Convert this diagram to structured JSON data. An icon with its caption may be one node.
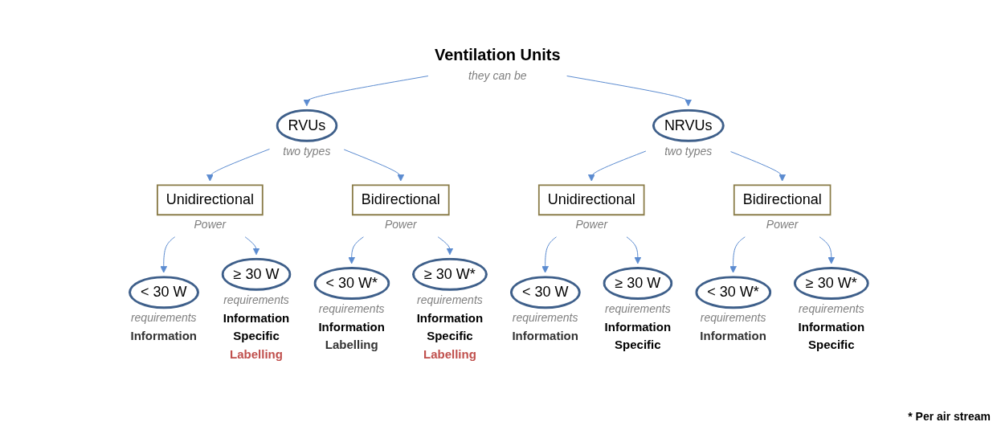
{
  "diagram": {
    "nodes": [
      {
        "text": [
          "Ventilation Units"
        ],
        "beside": [
          "they can be"
        ]
      },
      {
        "text": [
          "RVUs"
        ],
        "beside": [
          "two types"
        ]
      },
      {
        "text": [
          "NRVUs"
        ],
        "beside": [
          "two types"
        ]
      },
      {
        "text": [
          "Unidirectional"
        ],
        "beside": [
          "Power"
        ]
      },
      {
        "text": [
          "Bidirectional"
        ],
        "beside": [
          "Power"
        ]
      },
      {
        "text": [
          "Unidirectional"
        ],
        "beside": [
          "Power"
        ]
      },
      {
        "text": [
          "Bidirectional"
        ],
        "beside": [
          "Power"
        ]
      },
      {
        "text": [
          "< 30 W"
        ],
        "beside": [
          "requirements",
          "Information"
        ]
      },
      {
        "text": [
          "≥ 30 W"
        ],
        "beside": [
          "requirements",
          "Information",
          "Specific",
          "Labelling"
        ]
      },
      {
        "text": [
          "< 30 W*"
        ],
        "beside": [
          "requirements",
          "Information",
          "Labelling"
        ]
      },
      {
        "text": [
          "≥ 30 W*"
        ],
        "beside": [
          "requirements",
          "Information",
          "Specific",
          "Labelling"
        ]
      },
      {
        "text": [
          "< 30 W"
        ],
        "beside": [
          "requirements",
          "Information"
        ]
      },
      {
        "text": [
          "≥ 30 W"
        ],
        "beside": [
          "requirements",
          "Information",
          "Specific"
        ]
      },
      {
        "text": [
          "< 30 W*"
        ],
        "beside": [
          "requirements",
          "Information"
        ]
      },
      {
        "text": [
          "≥ 30 W*"
        ],
        "beside": [
          "requirements",
          "Information",
          "Specific"
        ]
      }
    ],
    "edges": [
      {
        "from": 0,
        "to": 1,
        "arrow": "to"
      },
      {
        "from": 0,
        "to": 2,
        "arrow": "to"
      },
      {
        "from": 1,
        "to": 3,
        "arrow": "to"
      },
      {
        "from": 1,
        "to": 4,
        "arrow": "to"
      },
      {
        "from": 2,
        "to": 5,
        "arrow": "to"
      },
      {
        "from": 2,
        "to": 6,
        "arrow": "to"
      },
      {
        "from": 3,
        "to": 7,
        "arrow": "to"
      },
      {
        "from": 3,
        "to": 8,
        "arrow": "to"
      },
      {
        "from": 4,
        "to": 9,
        "arrow": "to"
      },
      {
        "from": 4,
        "to": 10,
        "arrow": "to"
      },
      {
        "from": 5,
        "to": 11,
        "arrow": "to"
      },
      {
        "from": 5,
        "to": 12,
        "arrow": "to"
      },
      {
        "from": 6,
        "to": 13,
        "arrow": "to"
      },
      {
        "from": 6,
        "to": 14,
        "arrow": "to"
      }
    ],
    "labels": [
      "* Per air stream"
    ]
  }
}
